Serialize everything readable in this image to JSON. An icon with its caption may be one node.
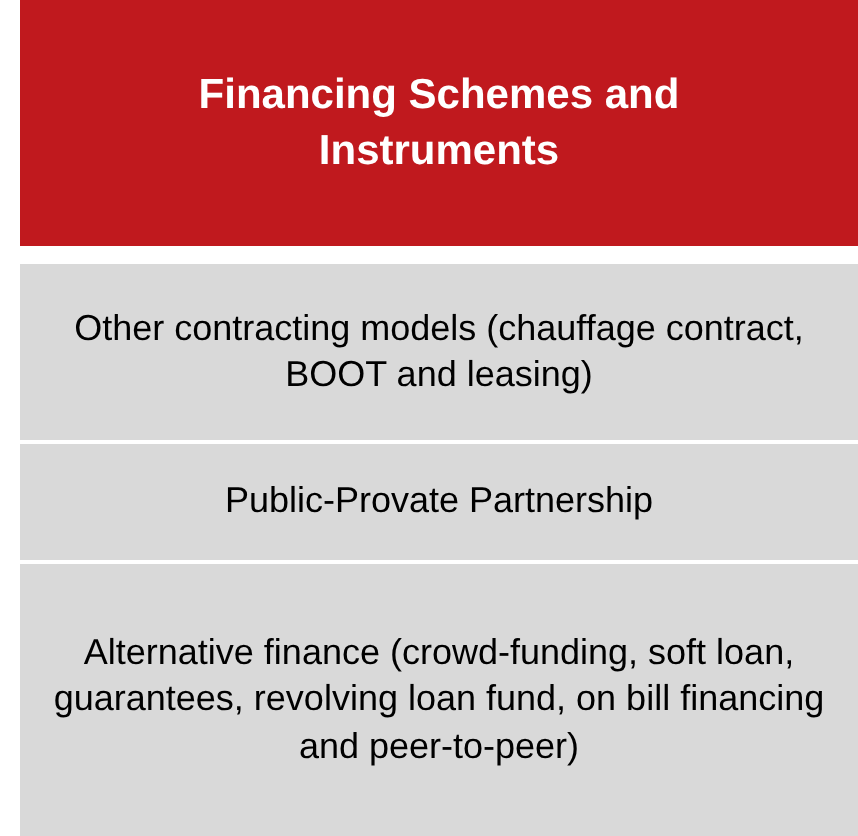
{
  "diagram": {
    "nodes": [
      {
        "text": [
          "Financing Schemes and Instruments"
        ]
      },
      {
        "text": [
          "Other contracting models (chauffage contract, BOOT and leasing)"
        ]
      },
      {
        "text": [
          "Public-Provate Partnership"
        ]
      },
      {
        "text": [
          "Alternative finance (crowd-funding, soft loan, guarantees, revolving loan fund, on bill financing and peer-to-peer)"
        ]
      }
    ]
  }
}
